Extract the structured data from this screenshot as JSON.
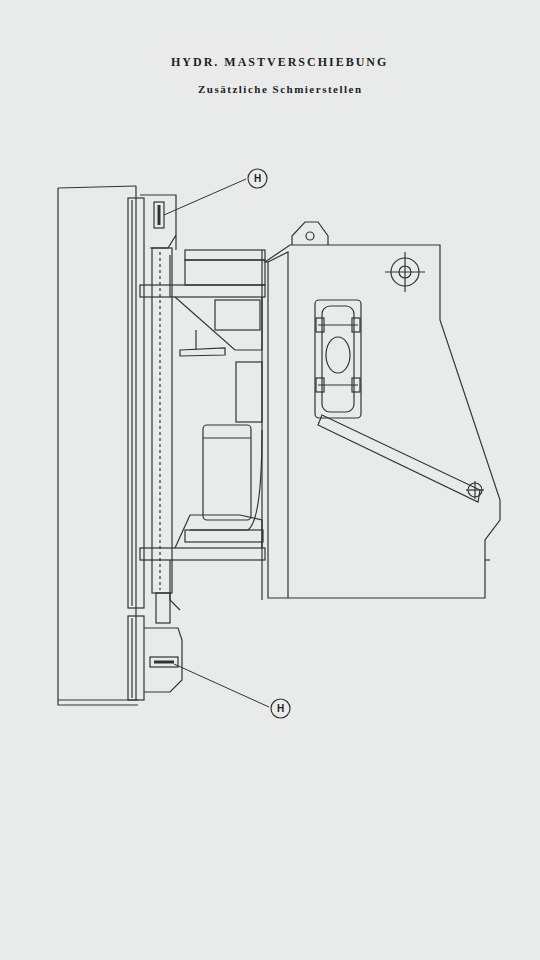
{
  "diagram": {
    "title": "HYDR. MASTVERSCHIEBUNG",
    "nodes": [
      {
        "text": [
          "H"
        ]
      },
      {
        "text": [
          "H"
        ]
      }
    ],
    "edges": [],
    "labels": [
      "Zusätzliche Schmierstellen"
    ]
  }
}
